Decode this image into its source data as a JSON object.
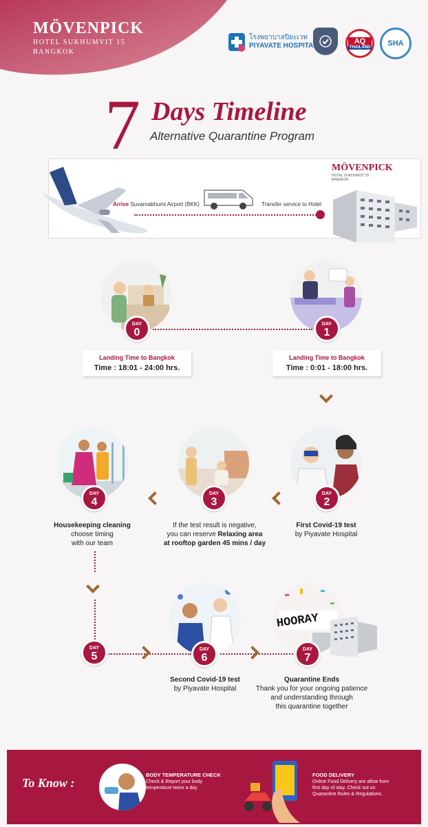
{
  "brand": {
    "name": "MÖVENPICK",
    "line1": "HOTEL SUKHUMVIT 15",
    "line2": "BANGKOK"
  },
  "partners": {
    "hospital_thai": "โรงพยาบาลปิยะเวท",
    "hospital_en": "PIYAVATE HOSPITAL",
    "aq_top": "AQ",
    "aq_bottom": "THAILAND",
    "sha": "SHA"
  },
  "title": {
    "number": "7",
    "days": "Days Timeline",
    "subtitle": "Alternative Quarantine Program"
  },
  "arrival": {
    "arrive_bold": "Arrive",
    "arrive_rest": " Suvarnabhumi Airport (BKK)",
    "transfer": "Transfer service to Hotel",
    "hotel_brand": "MÖVENPICK",
    "hotel_line1": "HOTEL SUKHUMVIT 15",
    "hotel_line2": "BANGKOK"
  },
  "day_label": "DAY",
  "days": {
    "d0": {
      "num": "0",
      "box_title": "Landing Time to Bangkok",
      "box_time": "Time : 18:01 - 24:00 hrs."
    },
    "d1": {
      "num": "1",
      "box_title": "Landing Time to Bangkok",
      "box_time": "Time : 0:01 - 18:00 hrs."
    },
    "d2": {
      "num": "2",
      "title": "First Covid-19 test",
      "line1": "by Piyavate Hospital"
    },
    "d3": {
      "num": "3",
      "line1": "If the test result is negative,",
      "line2a": "you can reserve ",
      "line2b": "Relaxing area",
      "line3": "at rooftop garden 45 mins / day"
    },
    "d4": {
      "num": "4",
      "title": "Housekeeping cleaning",
      "line1": "choose timing",
      "line2": "with our team"
    },
    "d5": {
      "num": "5"
    },
    "d6": {
      "num": "6",
      "title": "Second Covid-19 test",
      "line1": "by Piyavate Hospital"
    },
    "d7": {
      "num": "7",
      "title": "Quarantine Ends",
      "line1": "Thank you for your ongoing patience",
      "line2": "and understanding through",
      "line3": "this quarantine together",
      "hooray": "HOORAY"
    }
  },
  "to_know": {
    "label": "To Know :",
    "temp_title": "BODY TEMPERATURE CHECK",
    "temp_line1": "Check & Report your body",
    "temp_line2": "temperature twice a day",
    "food_title": "FOOD DELIVERY",
    "food_line1": "Online Food Delivery are allow from",
    "food_line2": "first day of stay. Check out on",
    "food_line3": "Quarantine Rules & Regulations."
  },
  "colors": {
    "brand": "#a8173f",
    "chevron": "#a0682e",
    "bg": "#f7f5f5"
  }
}
